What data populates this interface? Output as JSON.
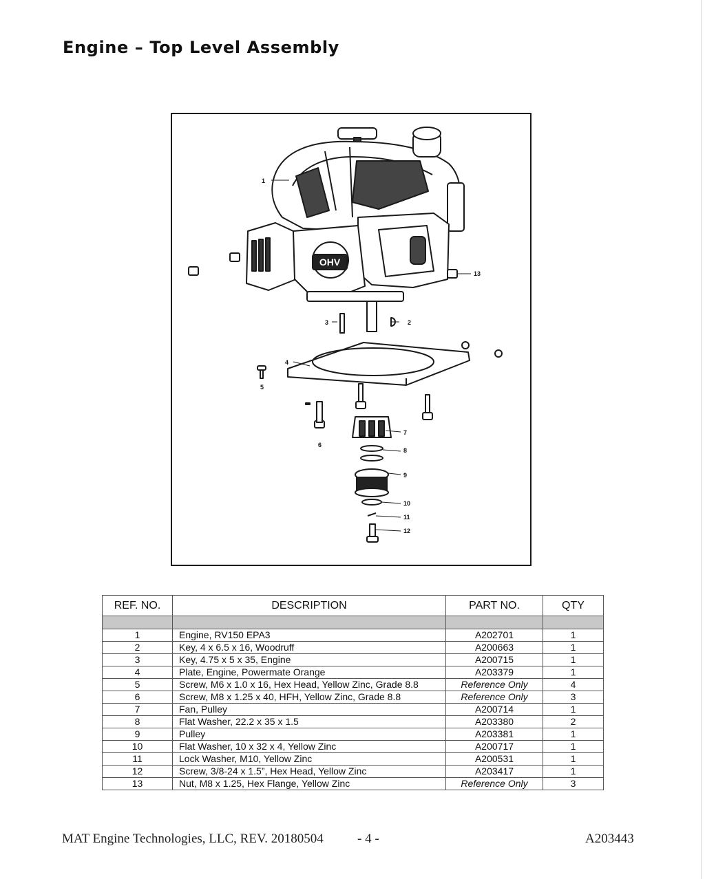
{
  "title": "Engine – Top Level Assembly",
  "figure": {
    "callouts": [
      "1",
      "2",
      "3",
      "4",
      "5",
      "6",
      "7",
      "8",
      "9",
      "10",
      "11",
      "12",
      "13"
    ],
    "engine_badge": "OHV"
  },
  "table": {
    "headers": {
      "ref": "REF. NO.",
      "desc": "DESCRIPTION",
      "part": "PART NO.",
      "qty": "QTY"
    },
    "rows": [
      {
        "ref": "1",
        "desc": "Engine, RV150 EPA3",
        "part": "A202701",
        "qty": "1"
      },
      {
        "ref": "2",
        "desc": "Key, 4 x 6.5 x 16, Woodruff",
        "part": "A200663",
        "qty": "1"
      },
      {
        "ref": "3",
        "desc": "Key, 4.75 x 5 x 35, Engine",
        "part": "A200715",
        "qty": "1"
      },
      {
        "ref": "4",
        "desc": "Plate, Engine, Powermate Orange",
        "part": "A203379",
        "qty": "1"
      },
      {
        "ref": "5",
        "desc": "Screw, M6 x 1.0 x 16, Hex Head, Yellow Zinc, Grade 8.8",
        "part": "Reference Only",
        "qty": "4"
      },
      {
        "ref": "6",
        "desc": "Screw, M8 x 1.25 x 40, HFH, Yellow Zinc, Grade 8.8",
        "part": "Reference Only",
        "qty": "3"
      },
      {
        "ref": "7",
        "desc": "Fan, Pulley",
        "part": "A200714",
        "qty": "1"
      },
      {
        "ref": "8",
        "desc": "Flat Washer, 22.2 x 35 x 1.5",
        "part": "A203380",
        "qty": "2"
      },
      {
        "ref": "9",
        "desc": "Pulley",
        "part": "A203381",
        "qty": "1"
      },
      {
        "ref": "10",
        "desc": "Flat Washer, 10 x 32 x 4, Yellow Zinc",
        "part": "A200717",
        "qty": "1"
      },
      {
        "ref": "11",
        "desc": "Lock Washer, M10, Yellow Zinc",
        "part": "A200531",
        "qty": "1"
      },
      {
        "ref": "12",
        "desc": "Screw, 3/8-24 x 1.5”, Hex Head, Yellow Zinc",
        "part": "A203417",
        "qty": "1"
      },
      {
        "ref": "13",
        "desc": "Nut, M8 x 1.25, Hex Flange, Yellow Zinc",
        "part": "Reference Only",
        "qty": "3"
      }
    ]
  },
  "footer": {
    "left": "MAT Engine Technologies, LLC, REV. 20180504",
    "page": "- 4 -",
    "doc_number": "A203443"
  }
}
